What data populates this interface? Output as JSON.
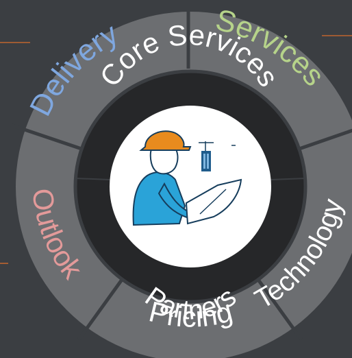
{
  "diagram": {
    "inner_ring": {
      "top_label": "Core Services",
      "bottom_label": "Partners"
    },
    "outer_segments": [
      {
        "label": "Services",
        "color": "#b6d38a"
      },
      {
        "label": "Technology",
        "color": "#ffffff"
      },
      {
        "label": "Pricing",
        "color": "#ffffff"
      },
      {
        "label": "Outlook",
        "color": "#e39a9a"
      },
      {
        "label": "Delivery",
        "color": "#7fa7df"
      }
    ],
    "center_icon": "engineer-with-blueprint-icon",
    "colors": {
      "background": "#3b3e42",
      "outer_ring": "#6c6e71",
      "inner_ring": "#262729",
      "center": "#ffffff",
      "accent_line": "#c0652e",
      "helmet": "#e88b1e",
      "shirt": "#2aa3d8",
      "building": "#1f5c8c"
    }
  }
}
